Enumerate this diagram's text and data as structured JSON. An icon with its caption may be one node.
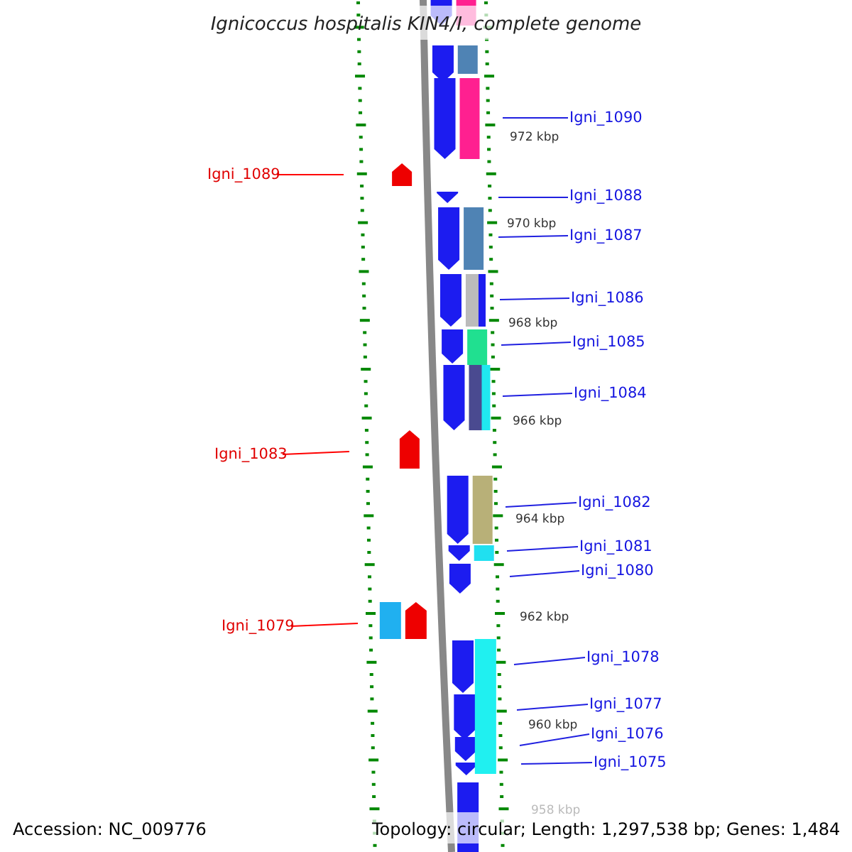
{
  "diagram": {
    "title": "Ignicoccus hospitalis KIN4/I, complete genome",
    "nodes": [
      {
        "text": [
          "Igni_1090"
        ]
      },
      {
        "text": [
          "Igni_1089"
        ]
      },
      {
        "text": [
          "Igni_1088"
        ]
      },
      {
        "text": [
          "Igni_1087"
        ]
      },
      {
        "text": [
          "Igni_1086"
        ]
      },
      {
        "text": [
          "Igni_1085"
        ]
      },
      {
        "text": [
          "Igni_1084"
        ]
      },
      {
        "text": [
          "Igni_1083"
        ]
      },
      {
        "text": [
          "Igni_1082"
        ]
      },
      {
        "text": [
          "Igni_1081"
        ]
      },
      {
        "text": [
          "Igni_1080"
        ]
      },
      {
        "text": [
          "Igni_1079"
        ]
      },
      {
        "text": [
          "Igni_1078"
        ]
      },
      {
        "text": [
          "Igni_1077"
        ]
      },
      {
        "text": [
          "Igni_1076"
        ]
      },
      {
        "text": [
          "Igni_1075"
        ]
      }
    ],
    "edges": [
      {
        "from": 0,
        "to": null,
        "arrow": "none"
      },
      {
        "from": 1,
        "to": null,
        "arrow": "none",
        "color": "#ff0000"
      },
      {
        "from": 2,
        "to": null,
        "arrow": "none"
      },
      {
        "from": 3,
        "to": null,
        "arrow": "none"
      },
      {
        "from": 4,
        "to": null,
        "arrow": "none"
      },
      {
        "from": 5,
        "to": null,
        "arrow": "none"
      },
      {
        "from": 6,
        "to": null,
        "arrow": "none"
      },
      {
        "from": 7,
        "to": null,
        "arrow": "none",
        "color": "#ff0000"
      },
      {
        "from": 8,
        "to": null,
        "arrow": "none"
      },
      {
        "from": 9,
        "to": null,
        "arrow": "none"
      },
      {
        "from": 10,
        "to": null,
        "arrow": "none"
      },
      {
        "from": 11,
        "to": null,
        "arrow": "none",
        "color": "#ff0000"
      },
      {
        "from": 12,
        "to": null,
        "arrow": "none"
      },
      {
        "from": 13,
        "to": null,
        "arrow": "none"
      },
      {
        "from": 14,
        "to": null,
        "arrow": "none"
      },
      {
        "from": 15,
        "to": null,
        "arrow": "none"
      }
    ],
    "labels": [
      "972 kbp",
      "970 kbp",
      "968 kbp",
      "966 kbp",
      "964 kbp",
      "962 kbp",
      "960 kbp",
      "958 kbp",
      "Accession: NC_009776",
      "Topology: circular; Length: 1,297,538 bp; Genes: 1,484"
    ]
  }
}
